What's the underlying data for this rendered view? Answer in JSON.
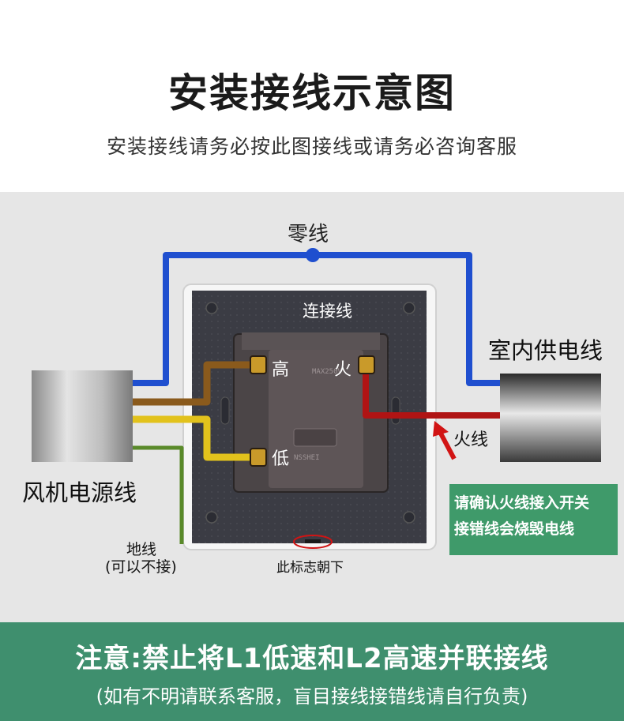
{
  "header": {
    "title": "安装接线示意图",
    "subtitle": "安装接线请务必按此图接线或请务必咨询客服"
  },
  "diagram": {
    "neutral_label": "零线",
    "link_label": "连接线",
    "indoor_supply_label": "室内供电线",
    "high_label": "高",
    "live_terminal_label": "火",
    "low_label": "低",
    "live_wire_label": "火线",
    "fan_supply_label": "风机电源线",
    "ground_label": "地线",
    "ground_optional_label": "(可以不接)",
    "mark_label": "此标志朝下",
    "module_text_top": "MAX250V",
    "module_text_bottom": "NSSHEI"
  },
  "warning": {
    "line1": "请确认火线接入开关",
    "line2": "接错线会烧毁电线"
  },
  "notice": {
    "main": "注意:禁止将L1低速和L2高速并联接线",
    "sub": "(如有不明请联系客服，盲目接线接错线请自行负责)"
  },
  "colors": {
    "neutral_wire": "#1f4fcf",
    "live_wire": "#b01414",
    "high_wire": "#8a5a1c",
    "low_wire": "#e2c21c",
    "ground_wire": "#5a8a2a",
    "accent_green": "#3f8f6e"
  }
}
